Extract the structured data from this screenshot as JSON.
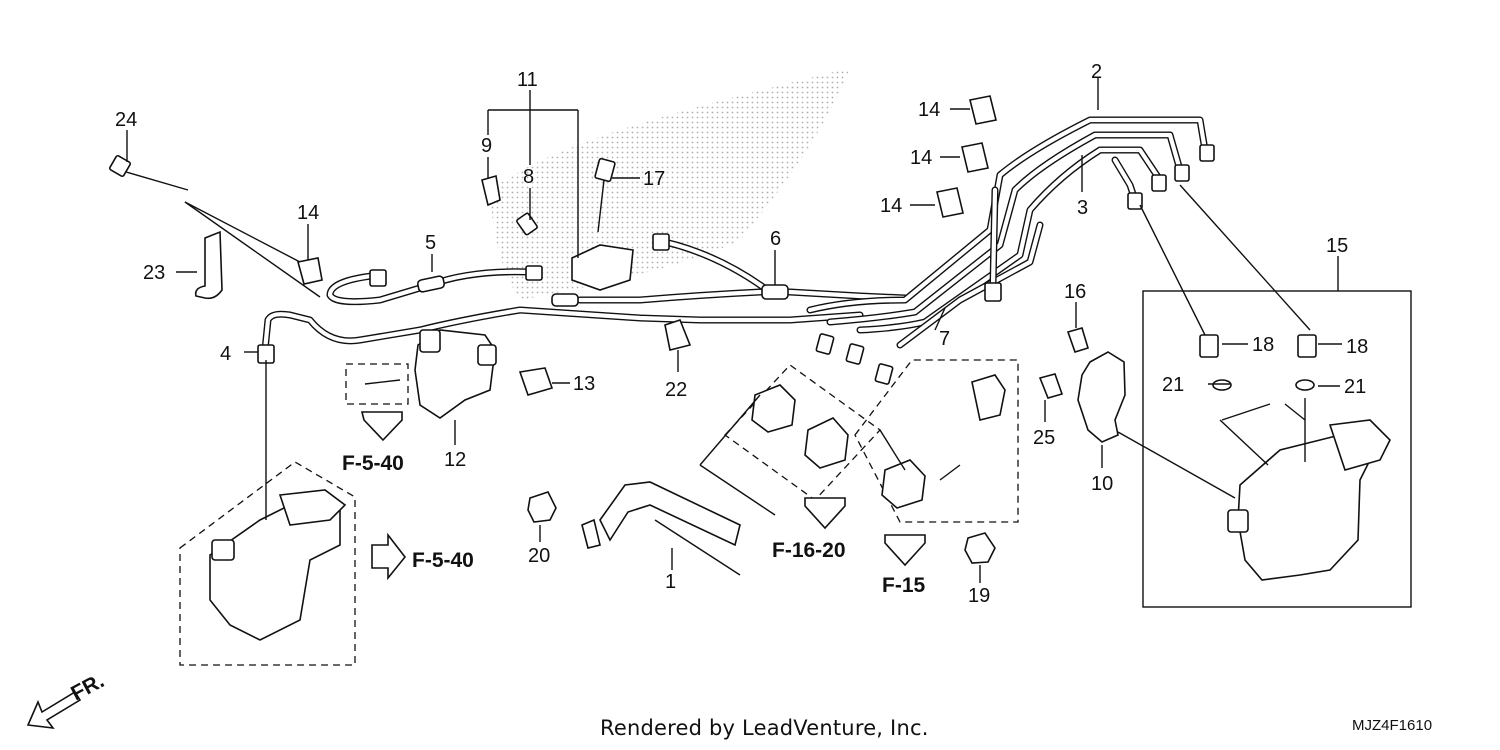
{
  "callouts": [
    {
      "id": "c1",
      "text": "1"
    },
    {
      "id": "c2",
      "text": "2"
    },
    {
      "id": "c3",
      "text": "3"
    },
    {
      "id": "c4",
      "text": "4"
    },
    {
      "id": "c5",
      "text": "5"
    },
    {
      "id": "c6",
      "text": "6"
    },
    {
      "id": "c7",
      "text": "7"
    },
    {
      "id": "c8",
      "text": "8"
    },
    {
      "id": "c9",
      "text": "9"
    },
    {
      "id": "c10",
      "text": "10"
    },
    {
      "id": "c11",
      "text": "11"
    },
    {
      "id": "c12",
      "text": "12"
    },
    {
      "id": "c13",
      "text": "13"
    },
    {
      "id": "c14a",
      "text": "14"
    },
    {
      "id": "c14b",
      "text": "14"
    },
    {
      "id": "c14c",
      "text": "14"
    },
    {
      "id": "c14d",
      "text": "14"
    },
    {
      "id": "c15",
      "text": "15"
    },
    {
      "id": "c16",
      "text": "16"
    },
    {
      "id": "c17",
      "text": "17"
    },
    {
      "id": "c18a",
      "text": "18"
    },
    {
      "id": "c18b",
      "text": "18"
    },
    {
      "id": "c19",
      "text": "19"
    },
    {
      "id": "c20",
      "text": "20"
    },
    {
      "id": "c21a",
      "text": "21"
    },
    {
      "id": "c21b",
      "text": "21"
    },
    {
      "id": "c22",
      "text": "22"
    },
    {
      "id": "c23",
      "text": "23"
    },
    {
      "id": "c24",
      "text": "24"
    },
    {
      "id": "c25",
      "text": "25"
    }
  ],
  "references": {
    "f540_a": "F-5-40",
    "f540_b": "F-5-40",
    "f1620": "F-16-20",
    "f15": "F-15"
  },
  "direction_label": "FR.",
  "footer": {
    "credit": "Rendered by LeadVenture, Inc.",
    "code": "MJZ4F1610"
  }
}
